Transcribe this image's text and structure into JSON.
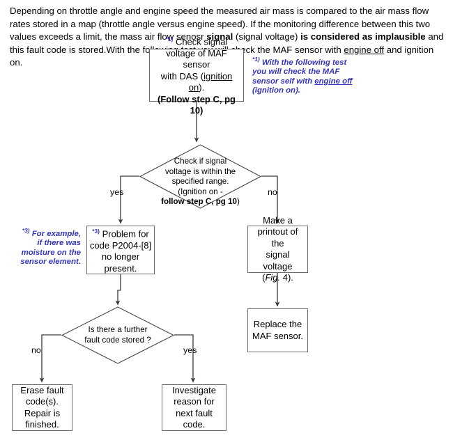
{
  "intro": {
    "line1": "Depending on throttle angle and engine speed the measured air mass is compared to the air mass flow rates stored",
    "line2_a": "in a map (throttle angle versus engine speed). If the monitoring difference between this two values exceeds a limit,",
    "line3_a": "the mass air flow senosr ",
    "line3_b": "signal",
    "line3_c": " (signal voltage) ",
    "line3_d": "is considered as implausible",
    "line3_e": " and this fault code is stored.With the",
    "line4_a": "following test you will check the  MAF sensor with ",
    "line4_b": "engine off",
    "line4_c": " and ignition on."
  },
  "nodes": {
    "check_signal": {
      "marker": "*1)",
      "line1": " Check signal",
      "line2": "voltage of  MAF sensor",
      "line3_a": "with DAS  (",
      "line3_b": "ignition on",
      "line3_c": ").",
      "line4": "(Follow step C, pg 10)"
    },
    "decision_range": {
      "line1": "Check if signal",
      "line2": "voltage is within the",
      "line3": "specified range.",
      "line4": "(Ignition on -",
      "line5_a": "follow step C, pg 10",
      "line5_b": ")"
    },
    "problem_gone": {
      "marker": "*3)",
      "line1": " Problem for",
      "line2": "code P2004-[8]",
      "line3": "no longer",
      "line4": "present."
    },
    "make_printout": {
      "line1": "Make a",
      "line2": "printout of the",
      "line3": "signal voltage",
      "line4_a": "(",
      "line4_b": "Fig.",
      "line4_c": " 4)."
    },
    "replace_sensor": {
      "line1": "Replace the",
      "line2": "MAF sensor."
    },
    "decision_further": {
      "line1": "Is there a further",
      "line2": "fault code stored ?"
    },
    "erase_fault": {
      "line1": "Erase fault",
      "line2": "code(s).",
      "line3": "Repair is",
      "line4": "finished."
    },
    "investigate": {
      "line1": "Investigate",
      "line2": "reason for",
      "line3": "next fault code."
    }
  },
  "edge_labels": {
    "yes_range": "yes",
    "no_range": "no",
    "no_further": "no",
    "yes_further": "yes"
  },
  "annotations": {
    "note1": {
      "marker": "*1)",
      "line1": " With the following test",
      "line2": "you will check the  MAF",
      "line3_a": "sensor self  with ",
      "line3_b": "engine off",
      "line4": "(ignition on)."
    },
    "note3": {
      "marker": "*3)",
      "line1": " For example,",
      "line2": "if there was",
      "line3": "moisture on the",
      "line4": "sensor element."
    }
  },
  "colors": {
    "annotation_blue": "#3333bb",
    "node_border": "#6a6a6a",
    "connector": "#3a3a3a"
  }
}
